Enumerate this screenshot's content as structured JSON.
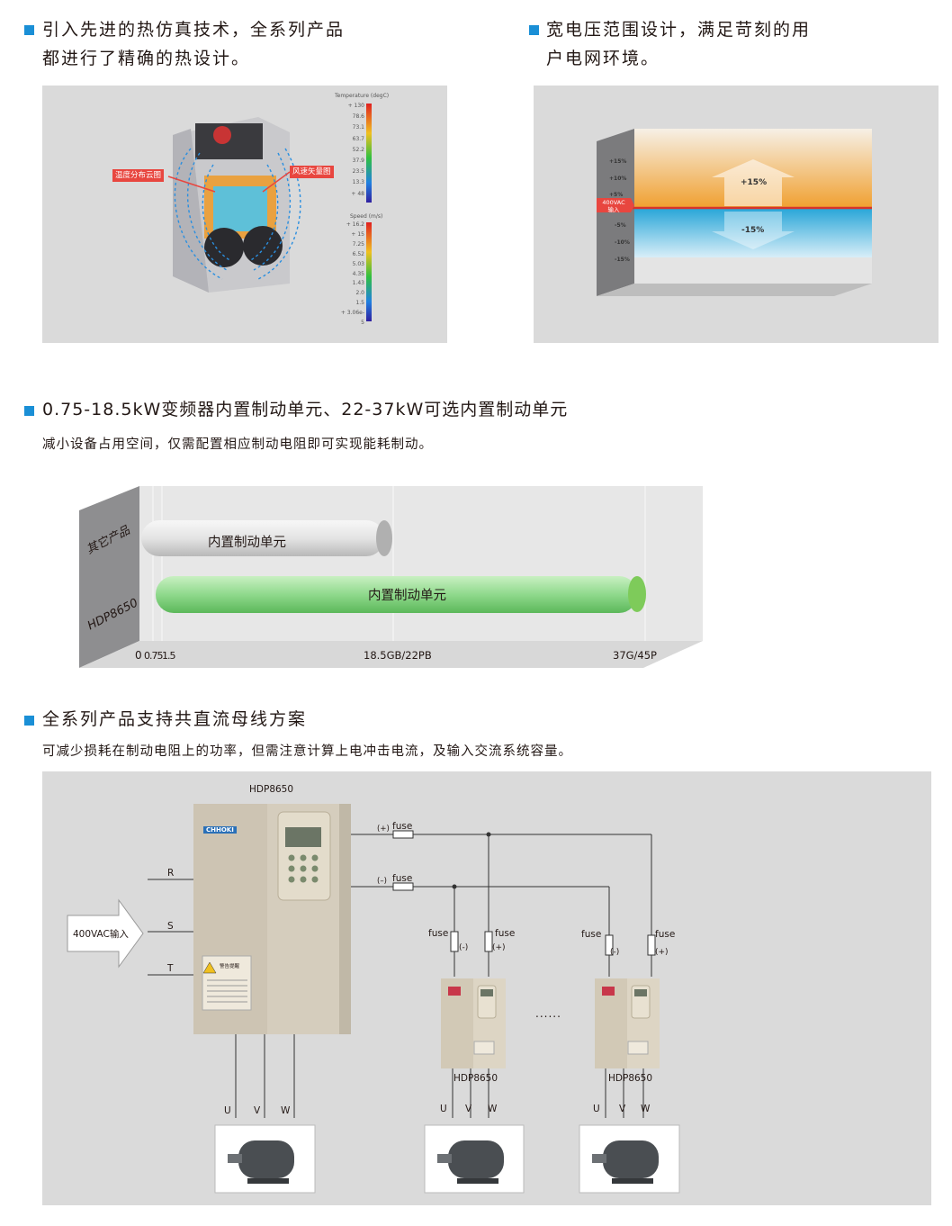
{
  "section1": {
    "heading_line1": "引入先进的热仿真技术，全系列产品",
    "heading_line2": "都进行了精确的热设计。",
    "callout_temp": "温度分布云图",
    "callout_wind": "风速矢量图",
    "temp_scale_title": "Temperature (degC)",
    "temp_ticks": [
      "+ 130",
      "78.6",
      "73.1",
      "63.7",
      "52.2",
      "37.9",
      "23.5",
      "13.3",
      "+ 48"
    ],
    "speed_scale_title": "Speed (m/s)",
    "speed_ticks": [
      "+ 16.2",
      "+ 15",
      "7.25",
      "6.52",
      "5.03",
      "4.35",
      "1.43",
      "2.0",
      "1.5",
      "+ 3.06e-5"
    ]
  },
  "section2": {
    "heading_line1": "宽电压范围设计，满足苛刻的用",
    "heading_line2": "户电网环境。",
    "ticks_pos": [
      "+15%",
      "+10%",
      "+5%"
    ],
    "ticks_neg": [
      "-5%",
      "-10%",
      "-15%"
    ],
    "input_label_1": "400VAC",
    "input_label_2": "输入",
    "plus_label": "+15%",
    "minus_label": "-15%"
  },
  "section3": {
    "heading": "0.75-18.5kW变频器内置制动单元、22-37kW可选内置制动单元",
    "subheading": "减小设备占用空间，仅需配置相应制动电阻即可实现能耗制动。",
    "row1_label": "其它产品",
    "row2_label": "HDP8650",
    "bar1_label": "内置制动单元",
    "bar2_label": "内置制动单元",
    "axis_0": "0",
    "axis_075": "0.75",
    "axis_15": "1.5",
    "axis_mid": "18.5GB/22PB",
    "axis_end": "37G/45P",
    "chart_data": {
      "type": "bar",
      "categories": [
        "其它产品",
        "HDP8650"
      ],
      "series": [
        {
          "values": [
            18.5,
            37
          ]
        }
      ],
      "start": [
        0.75,
        1.5
      ],
      "x_ticks": [
        "0",
        "0.75",
        "1.5",
        "18.5GB/22PB",
        "37G/45P"
      ],
      "bar_labels": [
        "内置制动单元",
        "内置制动单元"
      ]
    }
  },
  "section4": {
    "heading": "全系列产品支持共直流母线方案",
    "subheading": "可减少损耗在制动电阻上的功率，但需注意计算上电冲击电流，及输入交流系统容量。",
    "main_drive_label": "HDP8650",
    "brand": "CHHOKI",
    "input_label": "400VAC输入",
    "phase_r": "R",
    "phase_s": "S",
    "phase_t": "T",
    "fuse_plus": "fuse",
    "fuse_minus": "fuse",
    "pos_sign": "(+)",
    "neg_sign": "(–)",
    "small_fuse": "fuse",
    "small_neg": "(-)",
    "small_pos": "(+)",
    "dots": "......",
    "drive2_label": "HDP8650",
    "drive3_label": "HDP8650",
    "out_u": "U",
    "out_v": "V",
    "out_w": "W",
    "warning_title": "警告提醒"
  },
  "colors": {
    "bullet": "#1a8fd6",
    "panel": "#dadada",
    "green_bar": "#8fd98c",
    "silver_bar": "#d9d9d9"
  }
}
